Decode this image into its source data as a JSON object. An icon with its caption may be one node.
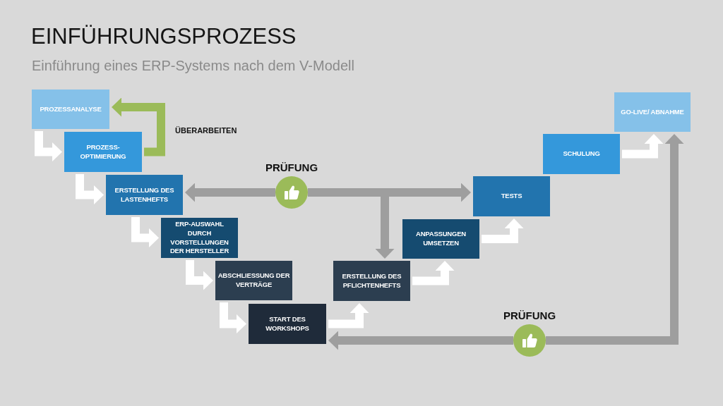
{
  "diagram": {
    "title": "EINFÜHRUNGSPROZESS",
    "nodes": [
      {
        "text": [
          "PROZESSANALYSE"
        ]
      },
      {
        "text": [
          "PROZESS-OPTIMIERUNG"
        ]
      },
      {
        "text": [
          "ERSTELLUNG DES LASTENHEFTS"
        ]
      },
      {
        "text": [
          "ERP-AUSWAHL DURCH VORSTELLUNGEN DER HERSTELLER"
        ]
      },
      {
        "text": [
          "ABSCHLIESSUNG DER VERTRÄGE"
        ]
      },
      {
        "text": [
          "START DES WORKSHOPS"
        ]
      },
      {
        "text": [
          "ERSTELLUNG DES PFLICHTENHEFTS"
        ]
      },
      {
        "text": [
          "ANPASSUNGEN UMSETZEN"
        ]
      },
      {
        "text": [
          "TESTS"
        ]
      },
      {
        "text": [
          "SCHULUNG"
        ]
      },
      {
        "text": [
          "GO-LIVE/ ABNAHME"
        ]
      },
      {
        "text": [
          "PRÜFUNG"
        ]
      },
      {
        "text": [
          "PRÜFUNG"
        ]
      }
    ],
    "edges": [
      {
        "from": 0,
        "to": 1,
        "arrow": "to"
      },
      {
        "from": 1,
        "to": 2,
        "arrow": "to"
      },
      {
        "from": 2,
        "to": 3,
        "arrow": "to"
      },
      {
        "from": 3,
        "to": 4,
        "arrow": "to"
      },
      {
        "from": 4,
        "to": 5,
        "arrow": "to"
      },
      {
        "from": 5,
        "to": 6,
        "arrow": "to"
      },
      {
        "from": 6,
        "to": 7,
        "arrow": "to"
      },
      {
        "from": 7,
        "to": 8,
        "arrow": "to"
      },
      {
        "from": 9,
        "to": 10,
        "arrow": "to"
      },
      {
        "from": 1,
        "to": 0,
        "arrow": "to",
        "label": "ÜBERARBEITEN",
        "color": "#9bbb59"
      },
      {
        "from": 11,
        "to": 2,
        "arrow": "to",
        "color": "#9e9e9e"
      },
      {
        "from": 11,
        "to": 8,
        "arrow": "to",
        "color": "#9e9e9e"
      },
      {
        "from": 11,
        "to": 6,
        "arrow": "to",
        "color": "#9e9e9e"
      },
      {
        "from": 12,
        "to": 5,
        "arrow": "to",
        "color": "#9e9e9e"
      },
      {
        "from": 12,
        "to": 10,
        "arrow": "to",
        "color": "#9e9e9e"
      }
    ],
    "labels": [
      "Einführung eines ERP-Systems nach dem V-Modell"
    ]
  }
}
